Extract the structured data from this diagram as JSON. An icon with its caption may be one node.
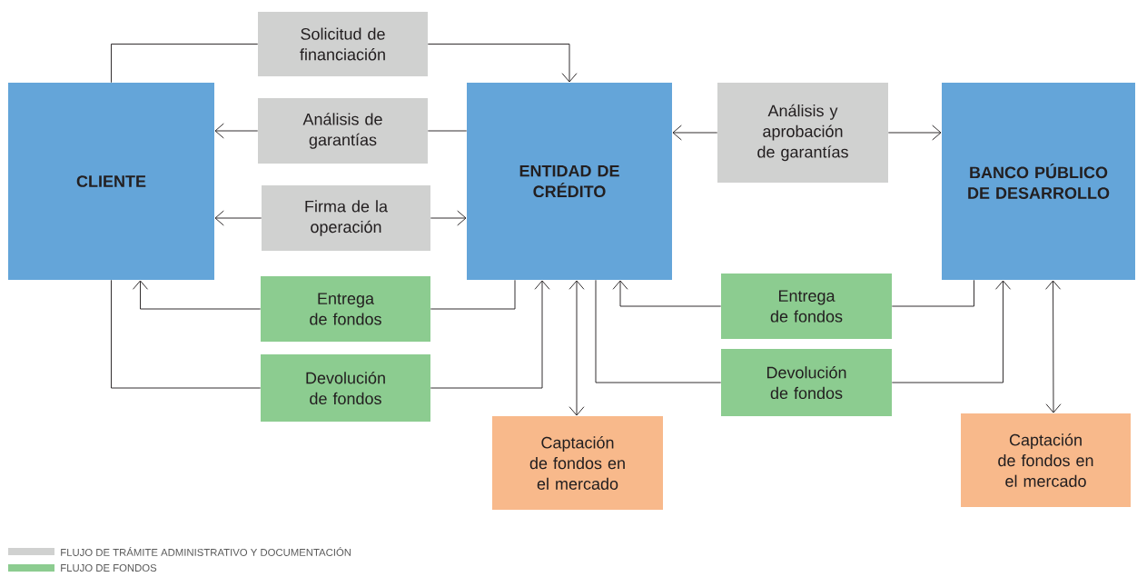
{
  "diagram": {
    "nodes": [
      {
        "text": [
          "CLIENTE"
        ]
      },
      {
        "text": [
          "ENTIDAD DE CRÉDITO"
        ]
      },
      {
        "text": [
          "BANCO PÚBLICO DE DESARROLLO"
        ]
      },
      {
        "text": [
          "Solicitud de financiación"
        ]
      },
      {
        "text": [
          "Análisis de garantías"
        ]
      },
      {
        "text": [
          "Firma de la operación"
        ]
      },
      {
        "text": [
          "Análisis y aprobación de garantías"
        ]
      },
      {
        "text": [
          "Entrega de fondos"
        ]
      },
      {
        "text": [
          "Devolución de fondos"
        ]
      },
      {
        "text": [
          "Entrega de fondos"
        ]
      },
      {
        "text": [
          "Devolución de fondos"
        ]
      },
      {
        "text": [
          "Captación de fondos en el mercado"
        ]
      },
      {
        "text": [
          "Captación de fondos en el mercado"
        ]
      }
    ],
    "edges": [
      {
        "from": 0,
        "to": 3,
        "arrow": "none"
      },
      {
        "from": 3,
        "to": 1,
        "arrow": "to"
      },
      {
        "from": 1,
        "to": 4,
        "arrow": "none"
      },
      {
        "from": 4,
        "to": 0,
        "arrow": "to"
      },
      {
        "from": 5,
        "to": 0,
        "arrow": "to"
      },
      {
        "from": 5,
        "to": 1,
        "arrow": "to"
      },
      {
        "from": 6,
        "to": 1,
        "arrow": "to"
      },
      {
        "from": 6,
        "to": 2,
        "arrow": "to"
      },
      {
        "from": 1,
        "to": 7,
        "arrow": "none"
      },
      {
        "from": 7,
        "to": 0,
        "arrow": "to"
      },
      {
        "from": 0,
        "to": 8,
        "arrow": "none"
      },
      {
        "from": 8,
        "to": 1,
        "arrow": "to"
      },
      {
        "from": 2,
        "to": 9,
        "arrow": "none"
      },
      {
        "from": 9,
        "to": 1,
        "arrow": "to"
      },
      {
        "from": 1,
        "to": 10,
        "arrow": "none"
      },
      {
        "from": 10,
        "to": 2,
        "arrow": "to"
      },
      {
        "from": 1,
        "to": 11,
        "arrow": "both"
      },
      {
        "from": 2,
        "to": 12,
        "arrow": "both"
      }
    ],
    "legend": [
      {
        "text": "FLUJO DE TRÁMITE ADMINISTRATIVO Y DOCUMENTACIÓN",
        "color": "#d0d1d0"
      },
      {
        "text": "FLUJO DE FONDOS",
        "color": "#8ccc90"
      }
    ]
  }
}
